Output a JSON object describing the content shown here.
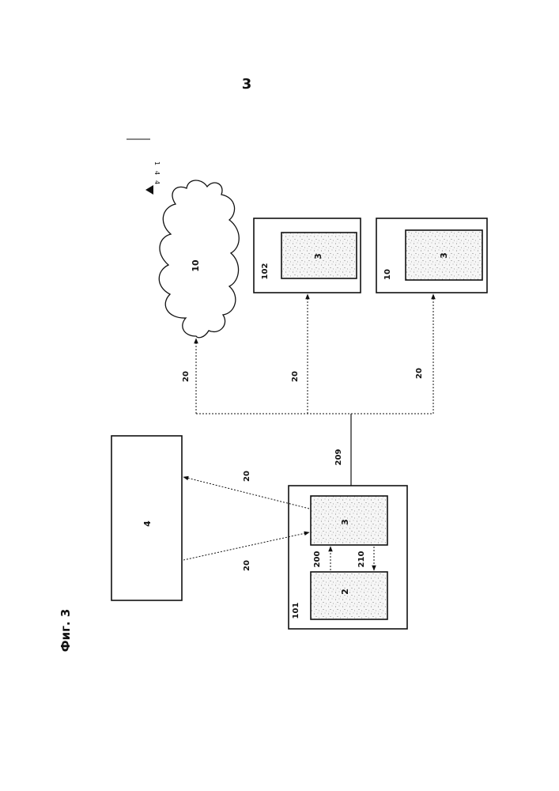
{
  "page_number": "3",
  "figure_caption": "Фиг. 3",
  "marks": {
    "m1": "1",
    "m2": "4",
    "m3": "4"
  },
  "cloud": {
    "label": "10"
  },
  "box_4": {
    "label": "4"
  },
  "box_101": {
    "label": "101",
    "inner_left": "2",
    "inner_right": "3"
  },
  "box_102": {
    "label": "102",
    "inner": "3"
  },
  "box_10": {
    "label": "10",
    "inner": "3"
  },
  "links": {
    "l209": "209",
    "l200": "200",
    "l210": "210",
    "l20_cloud": "20",
    "l20_102": "20",
    "l20_10": "20",
    "l20_upper": "20",
    "l20_lower": "20"
  }
}
